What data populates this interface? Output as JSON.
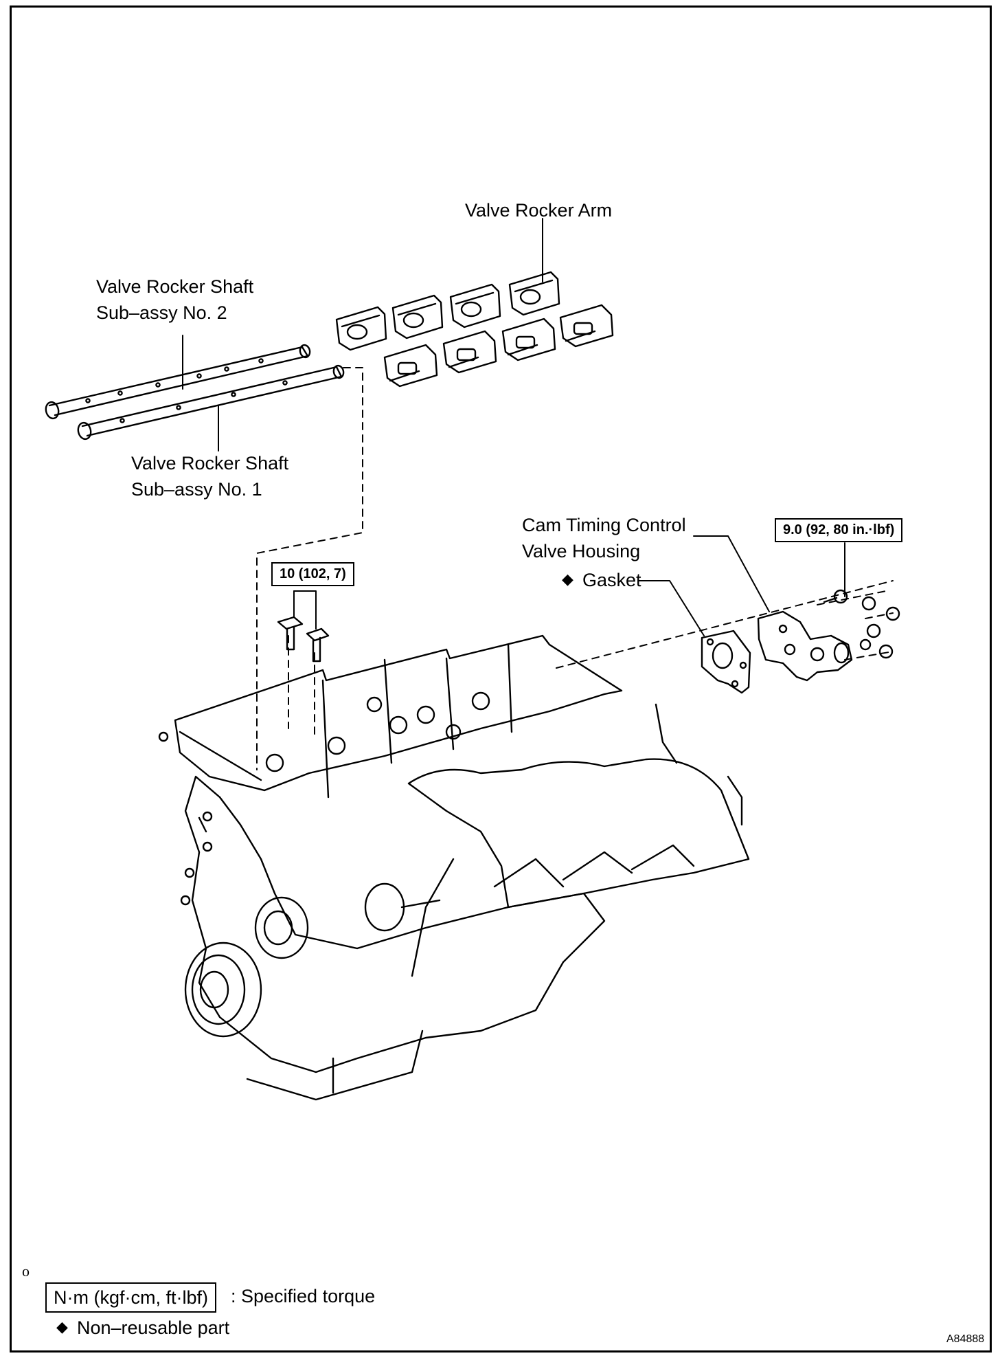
{
  "labels": {
    "rocker_arm": "Valve Rocker Arm",
    "shaft_no2_line1": "Valve Rocker Shaft",
    "shaft_no2_line2": "Sub–assy No. 2",
    "shaft_no1_line1": "Valve Rocker Shaft",
    "shaft_no1_line2": "Sub–assy No. 1",
    "cam_line1": "Cam Timing Control",
    "cam_line2": "Valve Housing",
    "gasket": "Gasket",
    "non_reusable_mark": "◆"
  },
  "torque": {
    "housing_bolts": "9.0 (92, 80 in.·lbf)",
    "shaft_bolts": "10 (102, 7)"
  },
  "legend": {
    "marker": "o",
    "unit_box": "N·m (kgf·cm, ft·lbf)",
    "unit_desc": ": Specified torque",
    "non_reusable_mark": "◆",
    "non_reusable_text": "Non–reusable part"
  },
  "figure_id": "A84888"
}
